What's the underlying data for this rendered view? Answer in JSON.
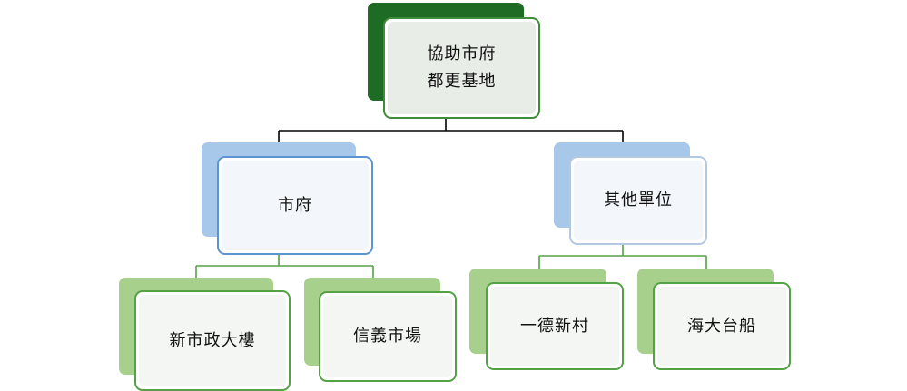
{
  "diagram": {
    "root": {
      "label": "協助市府\n都更基地"
    },
    "groups": [
      {
        "label": "市府"
      },
      {
        "label": "其他單位"
      }
    ],
    "leaves": [
      {
        "label": "新市政大樓"
      },
      {
        "label": "信義市場"
      },
      {
        "label": "一德新村"
      },
      {
        "label": "海大台船"
      }
    ]
  },
  "colors": {
    "root_shadow": "#1e6b26",
    "root_border": "#3f8c3a",
    "blue_shadow": "#a8c8ea",
    "blue_border": "#5b94d1",
    "green_shadow": "#a8d08d",
    "green_border": "#55a146",
    "root_connector": "#000000",
    "blue_connector": "#55a146"
  }
}
